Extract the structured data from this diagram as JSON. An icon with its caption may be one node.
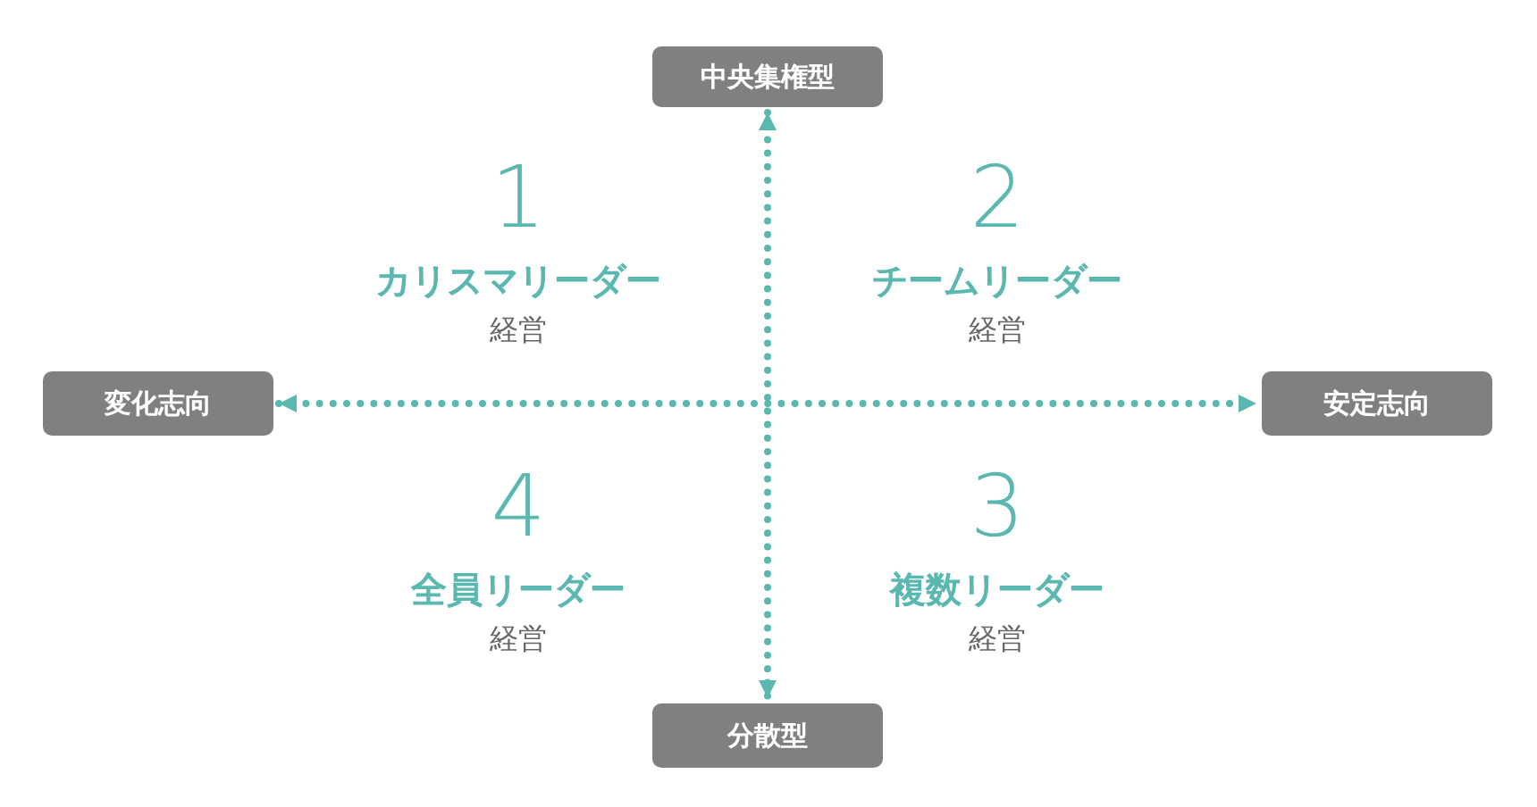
{
  "diagram": {
    "nodes": [
      {
        "text": [
          "中央集権型"
        ]
      },
      {
        "text": [
          "変化志向"
        ]
      },
      {
        "text": [
          "安定志向"
        ]
      },
      {
        "text": [
          "分散型"
        ]
      }
    ],
    "edges": [
      {
        "from": 0,
        "to": 3,
        "arrow": "both"
      },
      {
        "from": 1,
        "to": 2,
        "arrow": "both"
      }
    ],
    "labels": [
      "1",
      "カリスマリーダー",
      "経営",
      "2",
      "チームリーダー",
      "経営",
      "4",
      "全員リーダー",
      "経営",
      "3",
      "複数リーダー",
      "経営"
    ]
  }
}
